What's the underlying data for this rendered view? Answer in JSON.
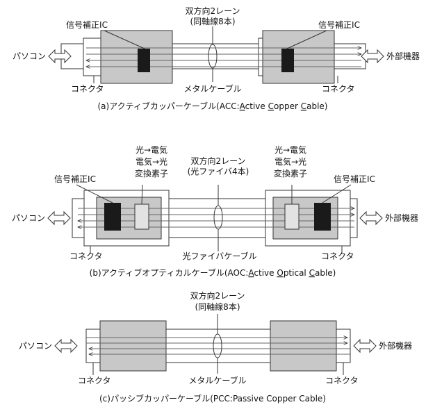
{
  "panel_a": {
    "lanes": "双方向2レーン",
    "lanes_sub": "(同軸線8本)",
    "ic_left": "信号補正IC",
    "ic_right": "信号補正IC",
    "pc": "パソコン",
    "external": "外部機器",
    "connector_left": "コネクタ",
    "connector_right": "コネクタ",
    "cable": "メタルケーブル",
    "caption_prefix": "(a)アクティブカッパーケーブル(ACC:",
    "caption_w1_initial": "A",
    "caption_w1_rest": "ctive ",
    "caption_w2_initial": "C",
    "caption_w2_rest": "opper ",
    "caption_w3_initial": "C",
    "caption_w3_rest": "able)"
  },
  "panel_b": {
    "lanes": "双方向2レーン",
    "lanes_sub": "(光ファイバ4本)",
    "ic_left": "信号補正IC",
    "ic_right": "信号補正IC",
    "elem_left": [
      "光→電気",
      "電気→光",
      "変換素子"
    ],
    "elem_right": [
      "光→電気",
      "電気→光",
      "変換素子"
    ],
    "pc": "パソコン",
    "external": "外部機器",
    "connector_left": "コネクタ",
    "connector_right": "コネクタ",
    "cable": "光ファイバケーブル",
    "caption_prefix": "(b)アクティブオプティカルケーブル(AOC:",
    "caption_w1_initial": "A",
    "caption_w1_rest": "ctive ",
    "caption_w2_initial": "O",
    "caption_w2_rest": "ptical ",
    "caption_w3_initial": "C",
    "caption_w3_rest": "able)"
  },
  "panel_c": {
    "lanes": "双方向2レーン",
    "lanes_sub": "(同軸線8本)",
    "pc": "パソコン",
    "external": "外部機器",
    "connector_left": "コネクタ",
    "connector_right": "コネクタ",
    "cable": "メタルケーブル",
    "caption": "(c)パッシブカッパーケーブル(PCC:Passive Copper Cable)"
  },
  "colors": {
    "shell": "#c8c8c8",
    "ic": "#1a1a1a",
    "optical_elem": "#e2e2e2",
    "line": "#333333",
    "background": "#ffffff"
  }
}
